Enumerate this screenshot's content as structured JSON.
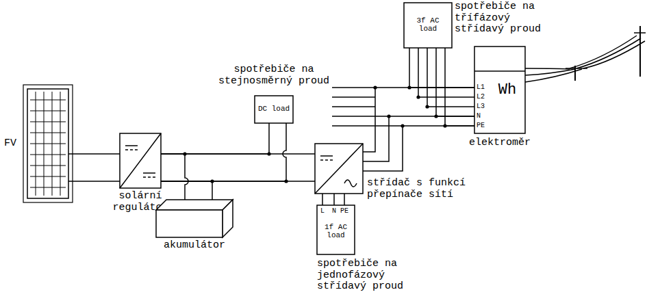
{
  "diagram": {
    "nodes": [
      {
        "text": [
          "FV"
        ]
      },
      {
        "text": [
          "solární regulátor"
        ]
      },
      {
        "text": [
          "akumulátor"
        ]
      },
      {
        "text": [
          "spotřebiče na stejnosměrný proud",
          "DC load"
        ]
      },
      {
        "text": [
          "střídač s funkcí přepínače sítí"
        ]
      },
      {
        "text": [
          "L",
          "N",
          "PE",
          "1f AC load",
          "spotřebiče na jednofázový střídavý proud"
        ]
      },
      {
        "text": [
          "3f AC load",
          "spotřebiče na třífázový střídavý proud"
        ]
      },
      {
        "text": [
          "L1",
          "L2",
          "L3",
          "N",
          "PE",
          "Wh",
          "elektroměr"
        ]
      }
    ],
    "edges": [
      {
        "from": 0,
        "to": 1,
        "arrow": "none"
      },
      {
        "from": 1,
        "to": 2,
        "arrow": "none"
      },
      {
        "from": 1,
        "to": 3,
        "arrow": "none"
      },
      {
        "from": 1,
        "to": 4,
        "arrow": "none"
      },
      {
        "from": 4,
        "to": 5,
        "arrow": "none"
      },
      {
        "from": 4,
        "to": 7,
        "arrow": "none"
      },
      {
        "from": 6,
        "to": 7,
        "arrow": "none"
      }
    ]
  }
}
